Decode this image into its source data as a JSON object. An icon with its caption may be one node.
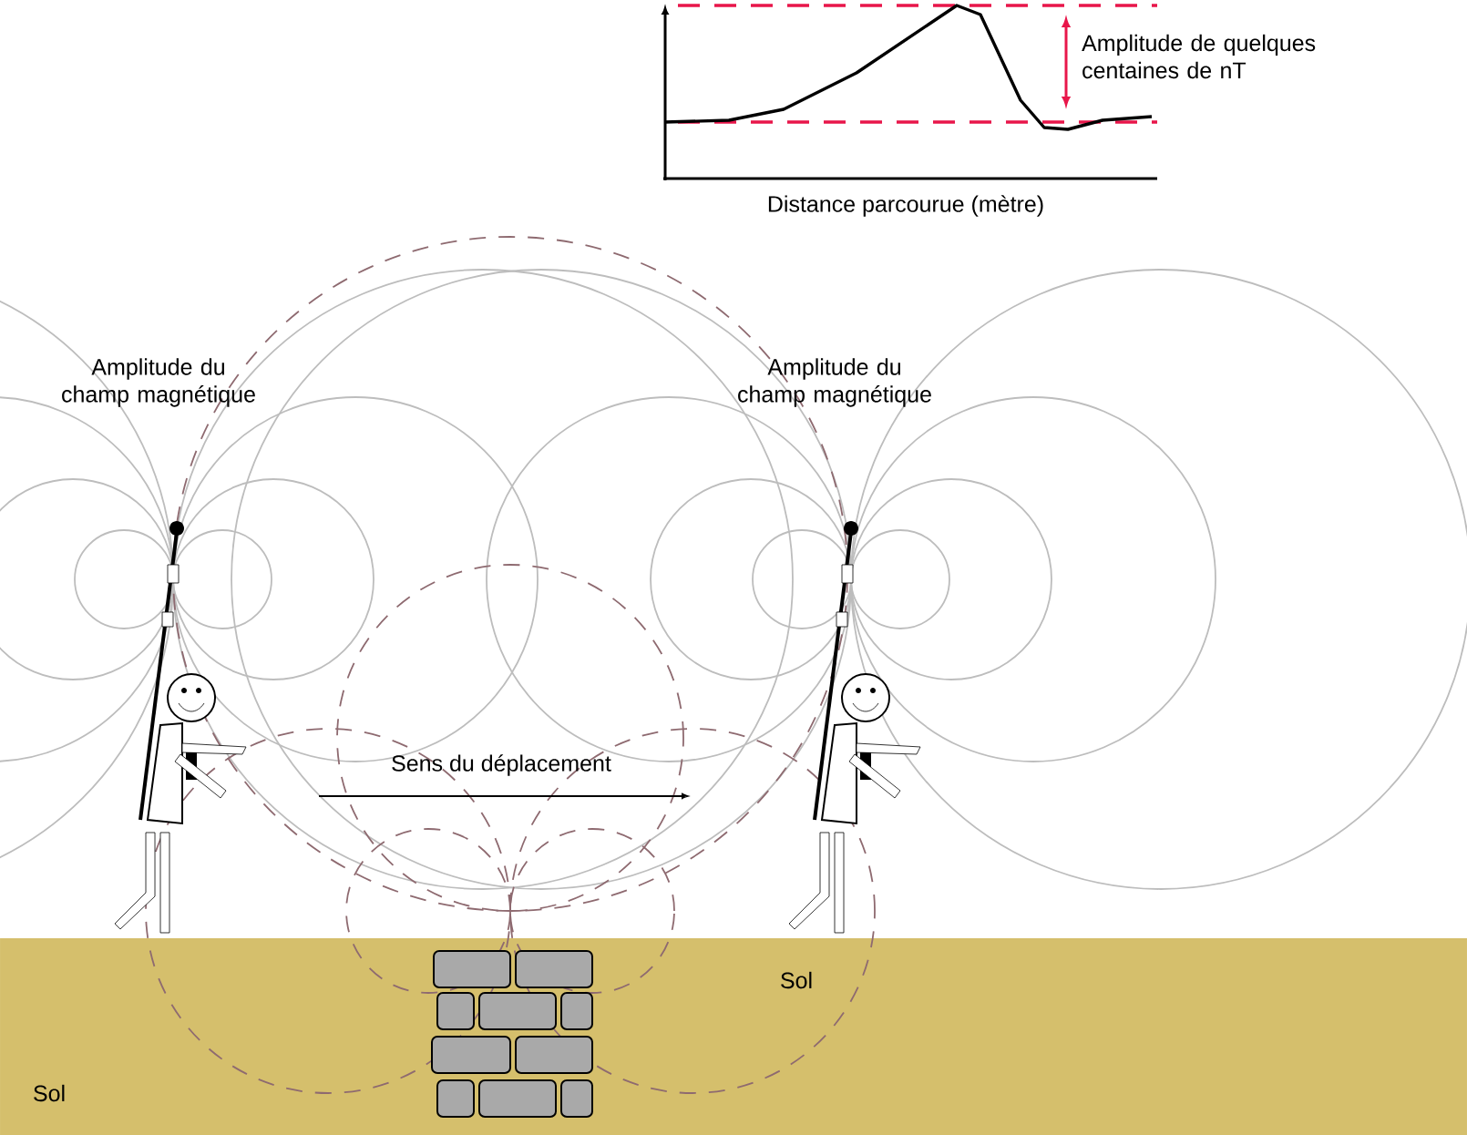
{
  "diagram": {
    "labels": [
      "Amplitude de quelques centaines de nT",
      "Distance parcourue (mètre)",
      "Amplitude du champ magnétique",
      "Amplitude du champ magnétique",
      "Sens du déplacement",
      "Sol",
      "Sol"
    ]
  }
}
